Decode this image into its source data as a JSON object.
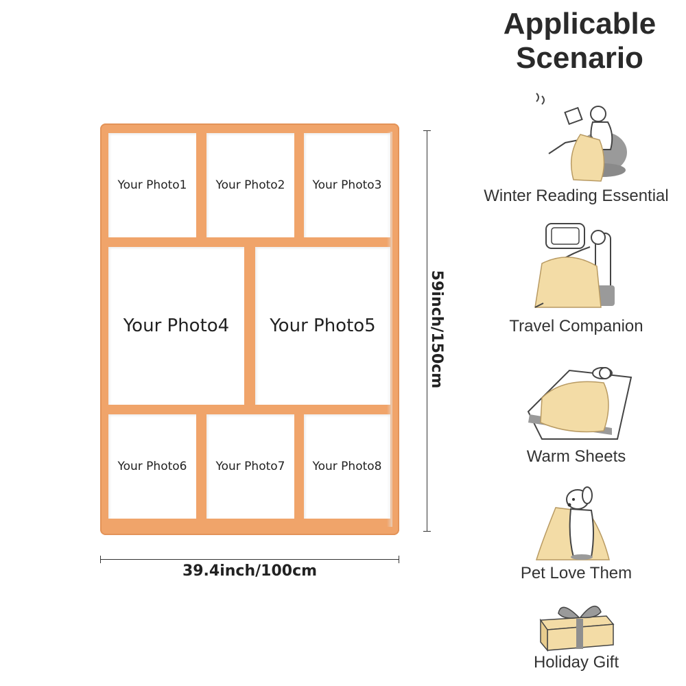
{
  "blanket": {
    "photos": [
      {
        "label": "Your Photo1"
      },
      {
        "label": "Your Photo2"
      },
      {
        "label": "Your Photo3"
      },
      {
        "label": "Your Photo4"
      },
      {
        "label": "Your Photo5"
      },
      {
        "label": "Your Photo6"
      },
      {
        "label": "Your Photo7"
      },
      {
        "label": "Your Photo8"
      }
    ],
    "frame_color": "#f0a46a"
  },
  "dimensions": {
    "width_label": "39.4inch/100cm",
    "height_label": "59inch/150cm"
  },
  "panel": {
    "heading_line1": "Applicable",
    "heading_line2": "Scenario",
    "scenarios": [
      {
        "label": "Winter Reading Essential",
        "icon": "reading-person-icon"
      },
      {
        "label": "Travel Companion",
        "icon": "travel-seat-icon"
      },
      {
        "label": "Warm Sheets",
        "icon": "bed-sleeping-icon"
      },
      {
        "label": "Pet Love Them",
        "icon": "dog-blanket-icon"
      },
      {
        "label": "Holiday Gift",
        "icon": "gift-box-icon"
      }
    ],
    "accent_color": "#f3dca6"
  }
}
